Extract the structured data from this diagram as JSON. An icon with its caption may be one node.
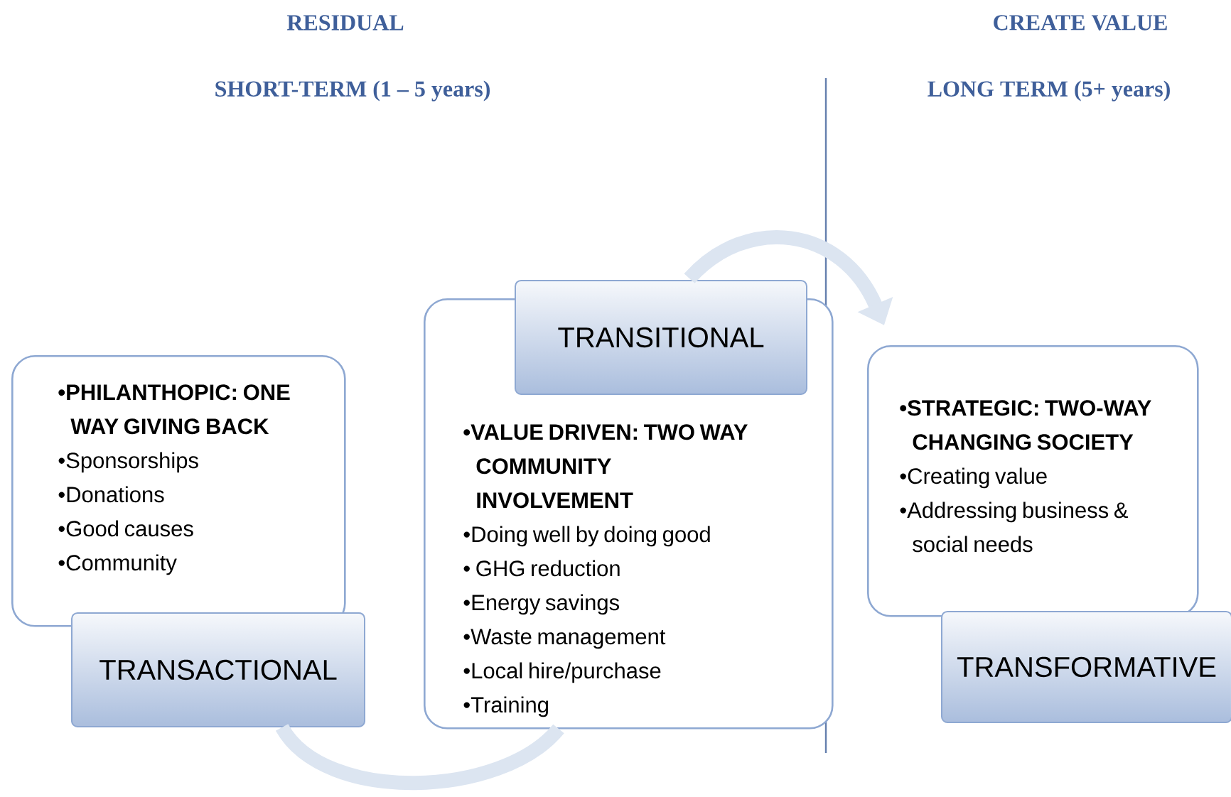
{
  "diagram": {
    "nodes": [
      {
        "text": [
          "•PHILANTHOPIC:  ONE WAY GIVING BACK",
          "•Sponsorships",
          "•Donations",
          "•Good causes",
          "•Community"
        ]
      },
      {
        "text": [
          "TRANSACTIONAL"
        ]
      },
      {
        "text": [
          "•VALUE DRIVEN:  TWO WAY COMMUNITY INVOLVEMENT",
          "•Doing well by doing good",
          "• GHG reduction",
          "•Energy savings",
          "•Waste management",
          "•Local hire/purchase",
          "•Training"
        ]
      },
      {
        "text": [
          "TRANSITIONAL"
        ]
      },
      {
        "text": [
          "•STRATEGIC:  TWO-WAY CHANGING SOCIETY",
          "•Creating  value",
          "•Addressing business & social needs"
        ]
      },
      {
        "text": [
          "TRANSFORMATIVE"
        ]
      }
    ],
    "edges": [
      {
        "from": 1,
        "to": 2,
        "arrow": "none"
      },
      {
        "from": 3,
        "to": 4,
        "arrow": "to"
      }
    ],
    "labels": [
      "RESIDUAL",
      "CREATE VALUE",
      "SHORT-TERM (1 – 5 years)",
      "LONG TERM (5+ years)"
    ]
  }
}
